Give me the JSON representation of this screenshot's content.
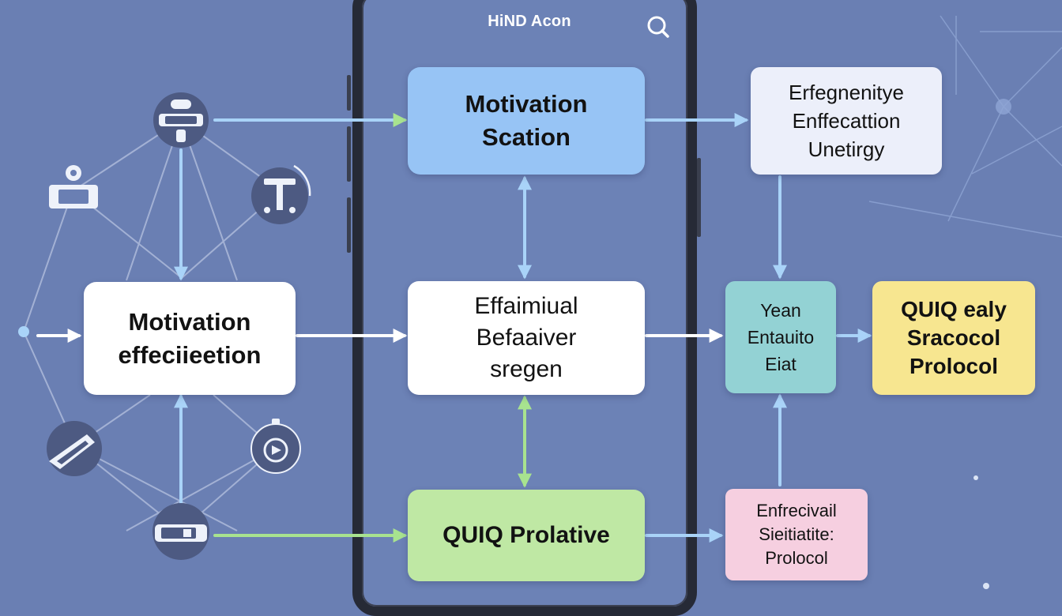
{
  "header": {
    "app_title": "HiND Acon",
    "search_icon": "search-icon"
  },
  "nodes": {
    "motivation_scation": {
      "lines": [
        "Motivation",
        "Scation"
      ],
      "color": "#97c4f5"
    },
    "motivation_effeciieetion": {
      "lines": [
        "Motivation",
        "effeciieetion"
      ],
      "color": "#ffffff"
    },
    "effaimiual_befaaiver": {
      "lines": [
        "Effaimiual",
        "Befaaiver",
        "sregen"
      ],
      "color": "#ffffff"
    },
    "quiq_prolative": {
      "lines": [
        "QUIQ Prolative"
      ],
      "color": "#bfe8a4"
    },
    "erfegnenitye": {
      "lines": [
        "Erfegnenitye",
        "Enffecattion",
        "Unetirgy"
      ],
      "color": "#eceffa"
    },
    "yean_entauito": {
      "lines": [
        "Yean",
        "Entauito",
        "Eiat"
      ],
      "color": "#93d2d4"
    },
    "quiq_ealy": {
      "lines": [
        "QUIQ ealy",
        "Sracocol",
        "Prolocol"
      ],
      "color": "#f7e690"
    },
    "enfrecivail": {
      "lines": [
        "Enfrecivail",
        "Sieitiatite:",
        "Prolocol"
      ],
      "color": "#f6cfe0"
    }
  },
  "icons": [
    "robot-icon",
    "person-icon",
    "table-icon",
    "pen-icon",
    "stopwatch-icon",
    "device-icon"
  ],
  "colors": {
    "background": "#6a7fb3",
    "arrow_blue": "#a9d3f8",
    "arrow_green": "#a8e38f",
    "arrow_white": "#ffffff",
    "network_line": "#b9c5e2"
  }
}
